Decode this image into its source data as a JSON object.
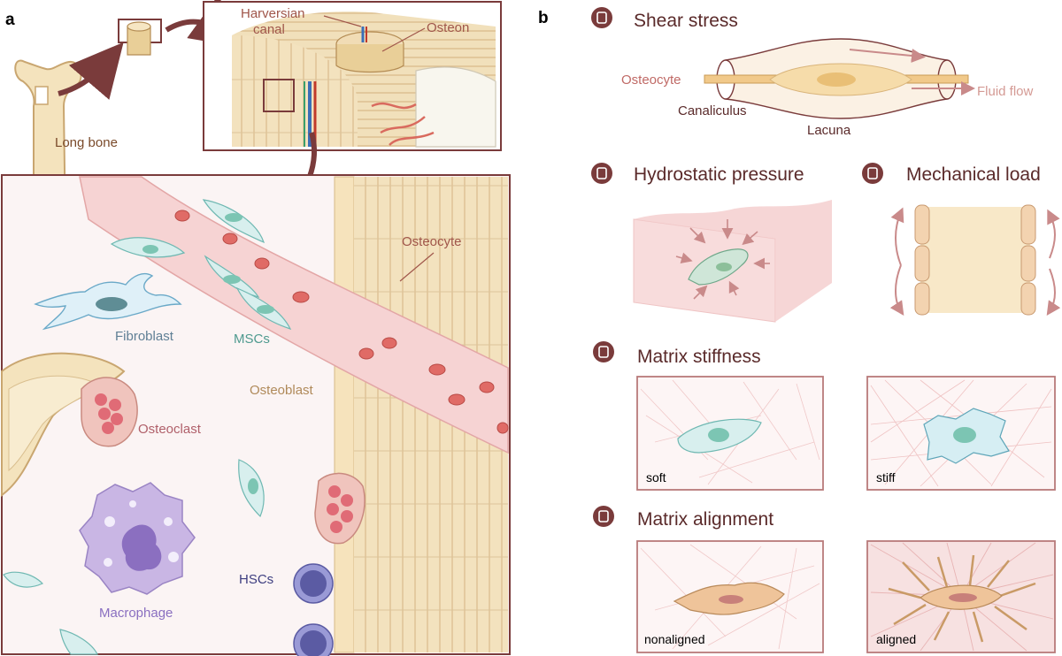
{
  "panel_a": {
    "letter": "a",
    "long_bone": "Long bone",
    "harversian_1": "Harversian",
    "harversian_2": "canal",
    "osteon": "Osteon",
    "osteocyte": "Osteocyte",
    "fibroblast": "Fibroblast",
    "mscs": "MSCs",
    "osteoblast": "Osteoblast",
    "osteoclast": "Osteoclast",
    "hscs": "HSCs",
    "macrophage": "Macrophage"
  },
  "panel_b": {
    "letter": "b",
    "shear_stress": {
      "title": "Shear stress",
      "osteocyte": "Osteocyte",
      "fluid_flow": "Fluid flow",
      "canaliculus": "Canaliculus",
      "lacuna": "Lacuna"
    },
    "hydrostatic_pressure": {
      "title": "Hydrostatic pressure"
    },
    "mechanical_load": {
      "title": "Mechanical load"
    },
    "matrix_stiffness": {
      "title": "Matrix stiffness",
      "soft": "soft",
      "stiff": "stiff"
    },
    "matrix_alignment": {
      "title": "Matrix alignment",
      "nonaligned": "nonaligned",
      "aligned": "aligned"
    }
  },
  "colors": {
    "frame": "#7a3b3b",
    "title_text": "#5a2a2a",
    "bone": "#f4e3bd",
    "bone_stroke": "#c9a670",
    "vessel": "#f6d3d3",
    "rbc": "#d9534f",
    "msc": "#cfe9e8",
    "msc_nucleus": "#7cc5b3",
    "macrophage": "#c9b6e4",
    "hsc": "#5b5ba3",
    "osteoclast": "#e8b7b0"
  }
}
